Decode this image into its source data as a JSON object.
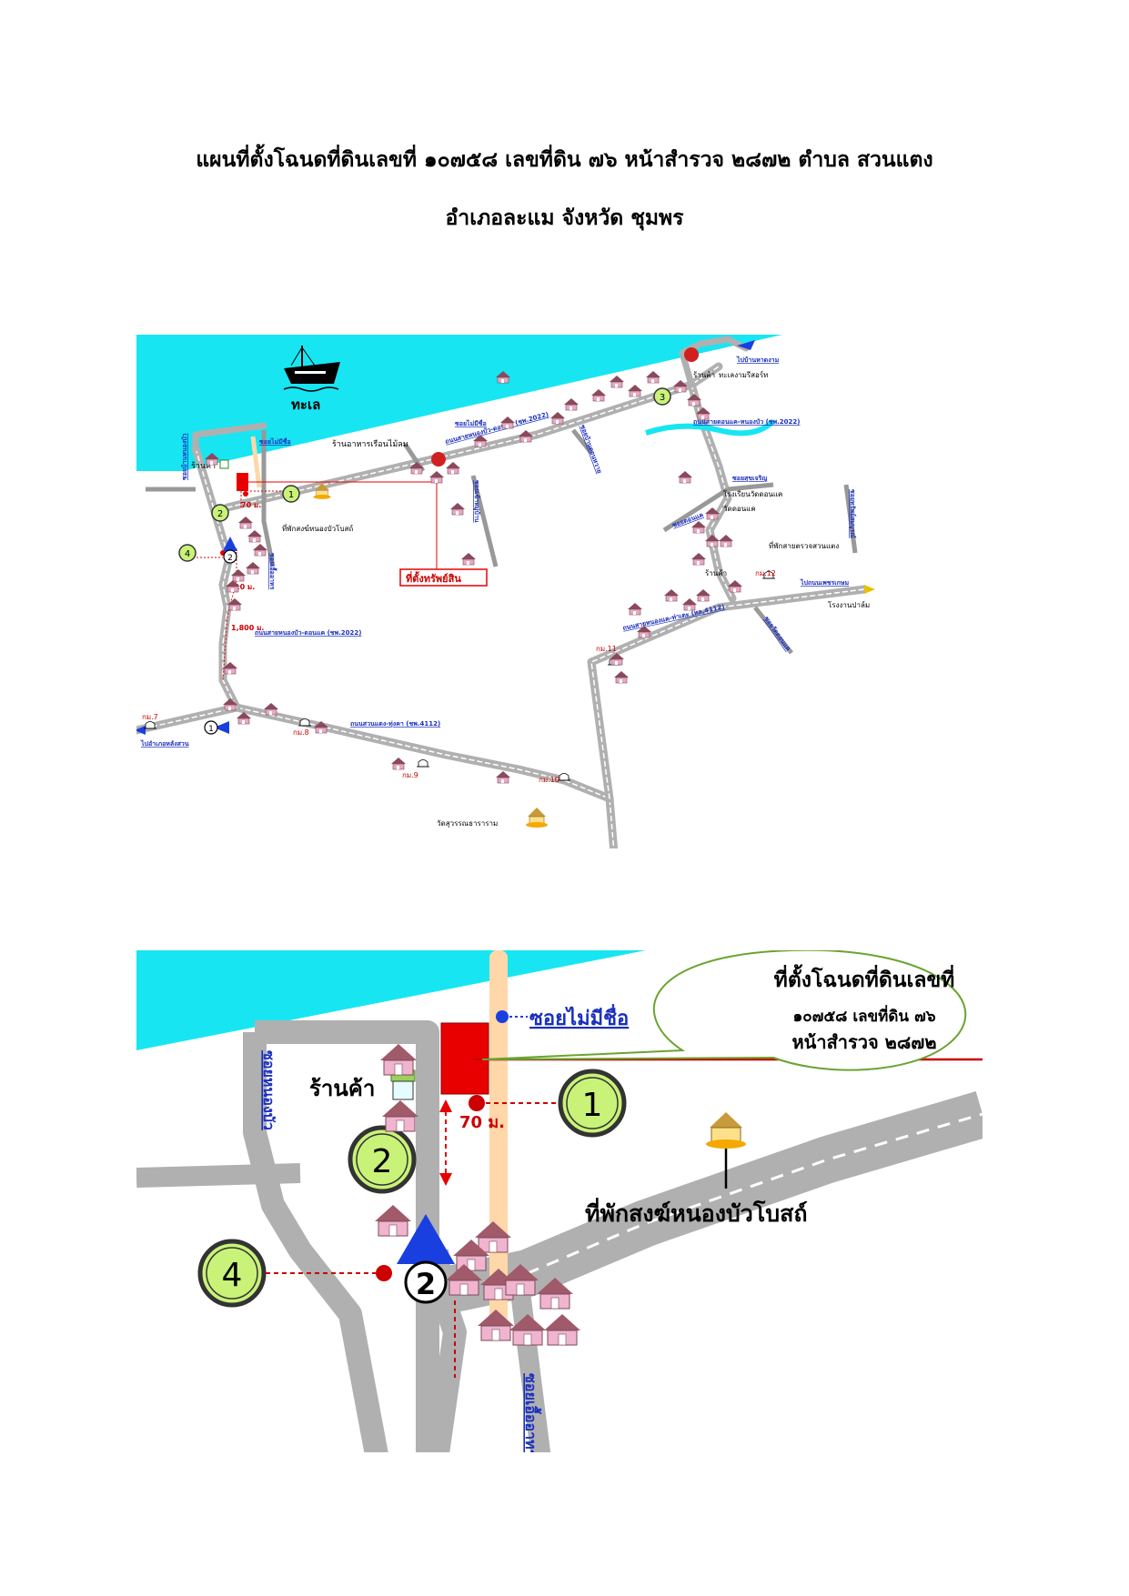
{
  "document": {
    "title_line1": "แผนที่ตั้งโฉนดที่ดินเลขที่ ๑๐๗๕๘ เลขที่ดิน ๗๖ หน้าสำรวจ ๒๘๗๒ ตำบล สวนแตง",
    "title_line2": "อำเภอละแม จังหวัด ชุมพร"
  },
  "colors": {
    "sea": "#17e6f2",
    "road": "#b0b0b0",
    "road_dash": "#ffffff",
    "side_road": "#999999",
    "lane": "#ffd7a8",
    "marker": "#e80000",
    "callout_fill": "#ffffff",
    "callout_stroke": "#6aa331",
    "circle_fill": "#c9f279",
    "road_label": "#1a2fbf",
    "red_text": "#cc0000",
    "triangle": "#1a3fe0",
    "house": "#e7a9c4"
  },
  "overview_map": {
    "sea_label": "ทะเล",
    "labels": {
      "shop_1": "ร้านค้า",
      "shop_2": "ร้านค้า",
      "shop_3": "ร้านค้า",
      "unnamed_soi": "ซอยไม่มีชื่อ",
      "unnamed_soi_2": "ซอยไม่มีชื่อ",
      "restaurant": "ร้านอาหารเรือนไม้ลม",
      "monk_residence": "ที่พักสงฆ์หนองบัวโบสถ์",
      "property_location": "ที่ตั้งทรัพย์สิน",
      "distance_70": "70 ม.",
      "distance_10": "10 ม.",
      "distance_1800": "1,800 ม.",
      "road_nongbua_donkae": "ถนนสายหนองบัว-ดอนแค (ชพ.2022)",
      "road_donkae_nongbua": "ถนนสายดอนแค-หนองบัว (ชพ.2022)",
      "road_main": "ถนนสายหนองบัว-ดอนแค (ชพ.2022)",
      "road_lower": "ถนนสวนแตง-ทุ่งคา (ชพ.4112)",
      "road_upper_right": "ถนนสายหนองแค-ท่าเตะ (ทล.4112)",
      "to_tha_song": "ไปบ้านหาดงาม",
      "resort": "ทะเลงามรีสอร์ท",
      "school": "โรงเรียนวัดดอนแค",
      "temple_donkae": "วัดดอนแค",
      "police": "ที่พักสายตรวจสวนแตง",
      "to_highway": "ไปถนนเพชรเกษม",
      "palm_factory": "โรงงานปาล์ม",
      "to_lang_suan": "ไปอำเภอหลังสวน",
      "temple_bottom": "วัดสุวรรณธาราราม",
      "soi_1": "ซอยสุขเจริญ",
      "soi_2": "ซอยวัดดอนแค",
      "soi_3": "ซอยดอนแค",
      "soi_4": "ซอยเอื้ออาทร",
      "soi_5": "ซอยบ้านหนองบัว",
      "soi_6": "ซอยทรัพย์สมบูรณ์",
      "soi_7": "ซอยเข้าหมู่บ้าน",
      "soi_8": "ซอยบ้านดอนหวาย",
      "km_7": "กม.7",
      "km_8": "กม.8",
      "km_9": "กม.9",
      "km_10": "กม.10",
      "km_11": "กม.11",
      "km_12": "กม.12"
    },
    "circle_numbers": [
      "1",
      "2",
      "3",
      "4",
      "1",
      "2"
    ]
  },
  "detail_map": {
    "callout_line1": "ที่ตั้งโฉนดที่ดินเลขที่",
    "callout_line2": "๑๐๗๕๘ เลขที่ดิน ๗๖",
    "callout_line3": "หน้าสำรวจ ๒๘๗๒",
    "soi_label": "ซอยไม่มีชื่อ",
    "shop_label": "ร้านค้า",
    "road_vertical_left": "ซอยหนองบัว",
    "road_vertical_right": "ซอยเอื้ออาทร",
    "distance": "70 ม.",
    "monk_residence": "ที่พักสงฆ์หนองบัวโบสถ์",
    "circle_1": "1",
    "circle_2": "2",
    "circle_4": "4",
    "marker_2": "2"
  }
}
